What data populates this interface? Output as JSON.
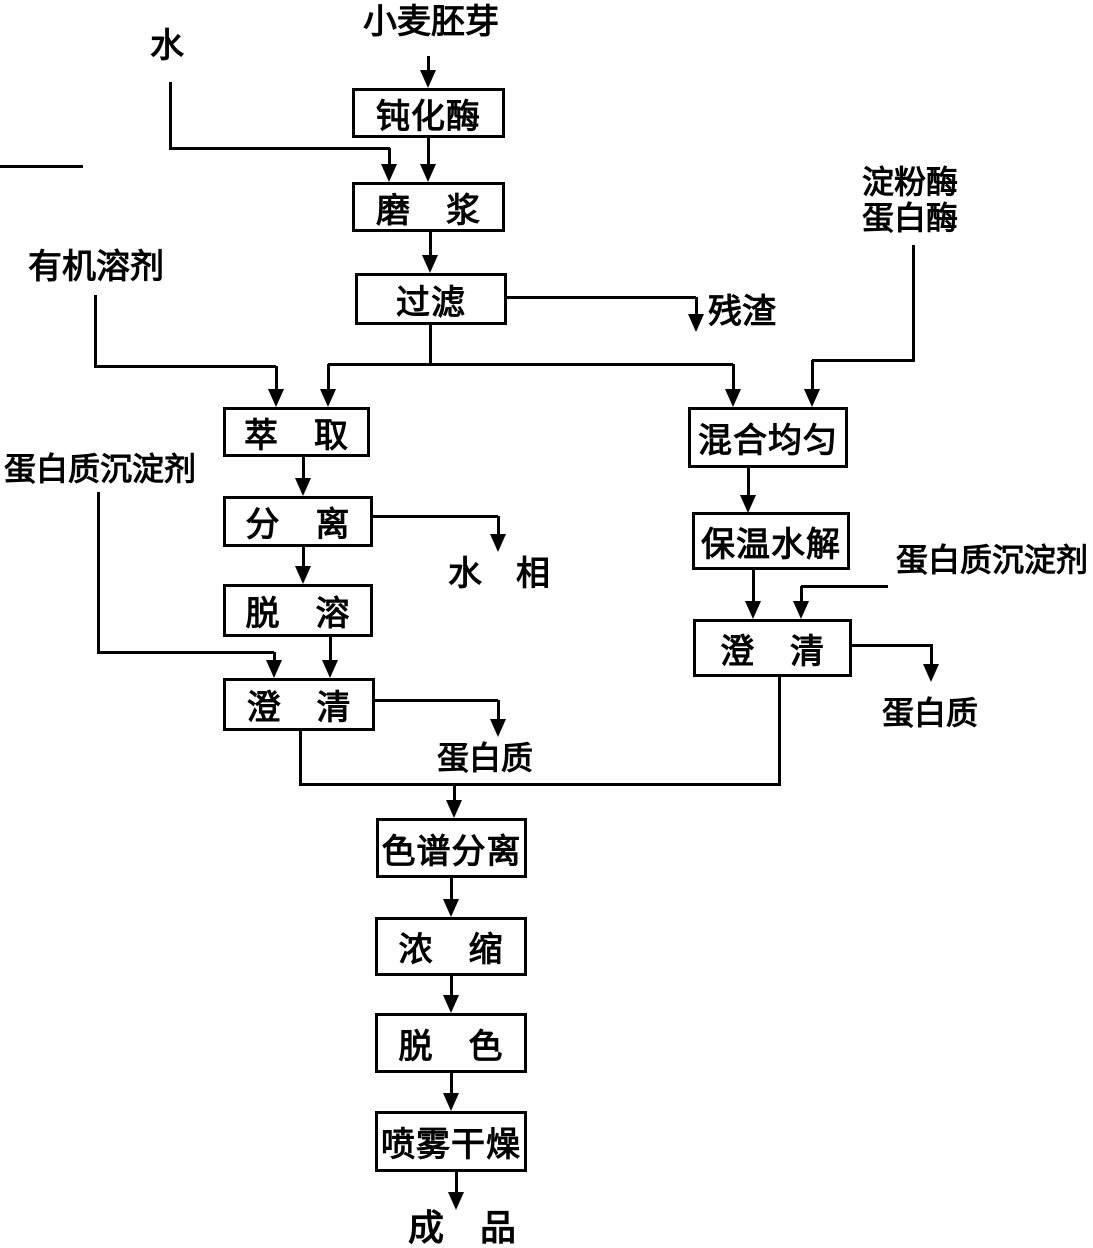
{
  "nodes": {
    "wheat_germ": "小麦胚芽",
    "water": "水",
    "deactivate_enzyme": "钝化酶",
    "grinding": "磨　浆",
    "filtration": "过滤",
    "residue": "残渣",
    "organic_solvent": "有机溶剂",
    "amylase": "淀粉酶",
    "protease": "蛋白酶",
    "extraction": "萃　取",
    "mixing": "混合均匀",
    "separation": "分　离",
    "water_phase": "水　相",
    "hydrolysis": "保温水解",
    "protein_precipitant_left": "蛋白质沉淀剂",
    "protein_precipitant_right": "蛋白质沉淀剂",
    "desolventization": "脱　溶",
    "clarification_left": "澄　清",
    "clarification_right": "澄　清",
    "protein_mid": "蛋白质",
    "protein_right": "蛋白质",
    "chromatography": "色谱分离",
    "concentration": "浓　缩",
    "decolorization": "脱　色",
    "spray_drying": "喷雾干燥",
    "final_product": "成　品"
  },
  "colors": {
    "ink": "#000000",
    "background": "#ffffff"
  }
}
